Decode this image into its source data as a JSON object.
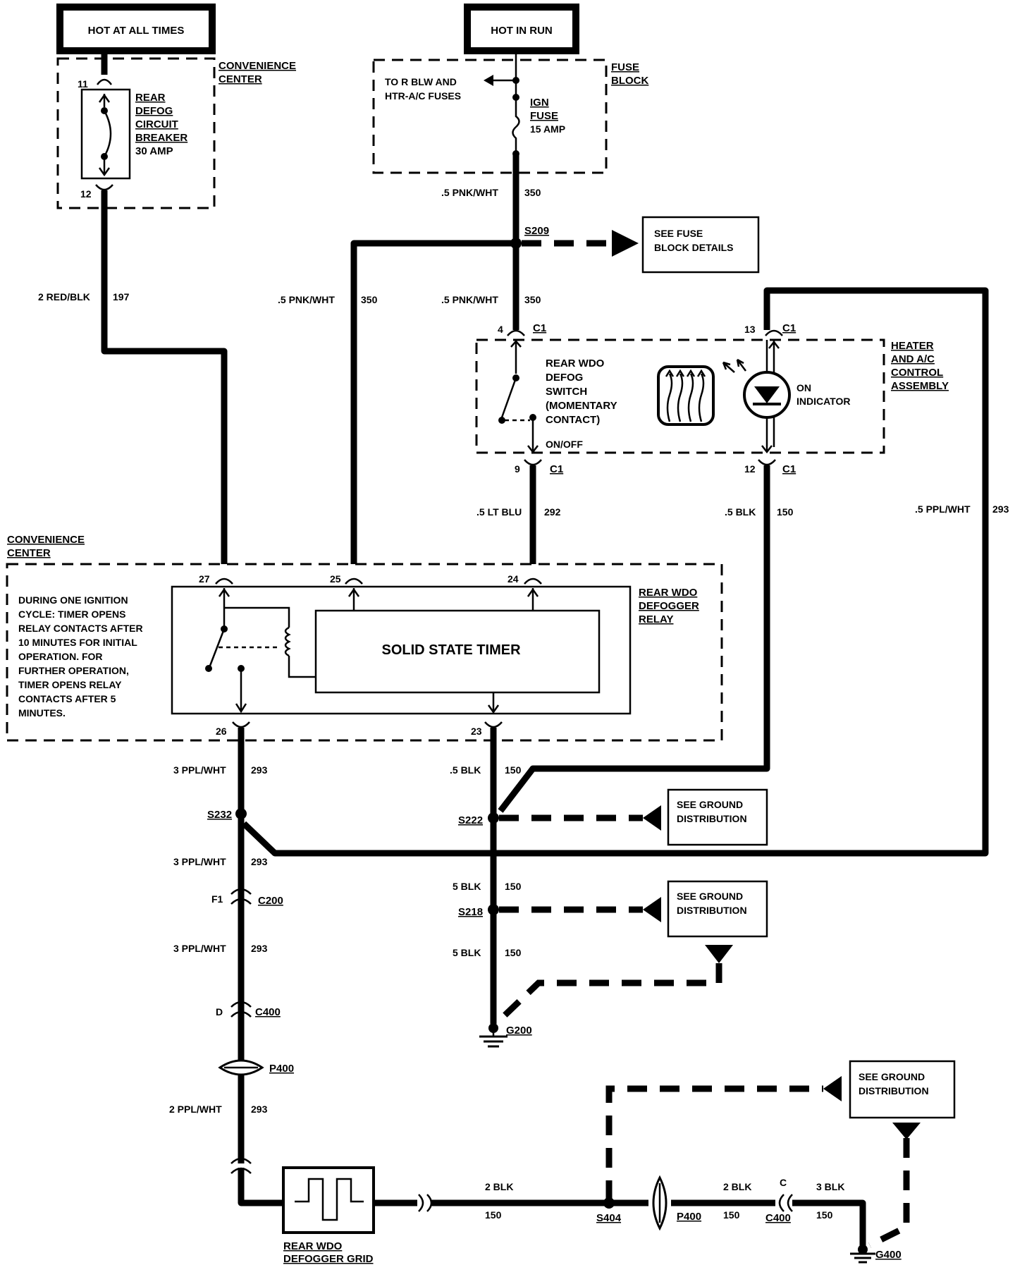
{
  "power": {
    "hot_at_all_times": "HOT AT ALL TIMES",
    "hot_in_run": "HOT IN RUN"
  },
  "convenience_center_top": {
    "title_line1": "CONVENIENCE",
    "title_line2": "CENTER",
    "pin_in": "11",
    "pin_out": "12"
  },
  "circuit_breaker": {
    "line1": "REAR",
    "line2": "DEFOG",
    "line3": "CIRCUIT",
    "line4": "BREAKER",
    "line5": "30 AMP"
  },
  "fuse_block": {
    "title_line1": "FUSE",
    "title_line2": "BLOCK",
    "to_line1": "TO R BLW AND",
    "to_line2": "HTR-A/C FUSES",
    "fuse_line1": "IGN",
    "fuse_line2": "FUSE",
    "fuse_line3": "15 AMP"
  },
  "splices": {
    "s209": "S209",
    "s222": "S222",
    "s232": "S232",
    "s218": "S218",
    "s404": "S404"
  },
  "see_boxes": {
    "fuse_line1": "SEE FUSE",
    "fuse_line2": "BLOCK DETAILS",
    "ground_line1": "SEE GROUND",
    "ground_line2": "DISTRIBUTION"
  },
  "wires": {
    "w350_size": ".5 PNK/WHT",
    "w350_num": "350",
    "w197_size": "2 RED/BLK",
    "w197_num": "197",
    "w292_size": ".5 LT BLU",
    "w292_num": "292",
    "w150a_size": ".5 BLK",
    "w150a_num": "150",
    "w293a_size": ".5 PPL/WHT",
    "w293a_num": "293",
    "w293b_size": "3 PPL/WHT",
    "w293b_num": "293",
    "w150b_size": ".5 BLK",
    "w150b_num": "150",
    "w150c_size": "5 BLK",
    "w150c_num": "150",
    "w293c_size": "2 PPL/WHT",
    "w293c_num": "293",
    "w2blk_size": "2 BLK",
    "w2blk_num": "150",
    "w3blk_size": "3 BLK",
    "w3blk_num": "150"
  },
  "hvac": {
    "title_line1": "HEATER",
    "title_line2": "AND A/C",
    "title_line3": "CONTROL",
    "title_line4": "ASSEMBLY",
    "switch_line1": "REAR WDO",
    "switch_line2": "DEFOG",
    "switch_line3": "SWITCH",
    "switch_line4": "(MOMENTARY",
    "switch_line5": "CONTACT)",
    "on_off": "ON/OFF",
    "indicator_line1": "ON",
    "indicator_line2": "INDICATOR",
    "pin4": "4",
    "pin13": "13",
    "pin9": "9",
    "pin12": "12",
    "conn": "C1"
  },
  "relay": {
    "cc_line1": "CONVENIENCE",
    "cc_line2": "CENTER",
    "title_line1": "REAR WDO",
    "title_line2": "DEFOGGER",
    "title_line3": "RELAY",
    "timer": "SOLID STATE TIMER",
    "note": [
      "DURING ONE IGNITION",
      "CYCLE:  TIMER OPENS",
      "RELAY CONTACTS AFTER",
      "10 MINUTES FOR INITIAL",
      "OPERATION. FOR",
      "FURTHER OPERATION,",
      "TIMER OPENS RELAY",
      "CONTACTS AFTER 5",
      "MINUTES."
    ],
    "pin27": "27",
    "pin25": "25",
    "pin24": "24",
    "pin26": "26",
    "pin23": "23"
  },
  "connectors": {
    "f1": "F1",
    "c200": "C200",
    "d": "D",
    "c400": "C400",
    "p400": "P400",
    "c": "C"
  },
  "grounds": {
    "g200": "G200",
    "g400": "G400"
  },
  "grid": {
    "line1": "REAR WDO",
    "line2": "DEFOGGER GRID"
  }
}
